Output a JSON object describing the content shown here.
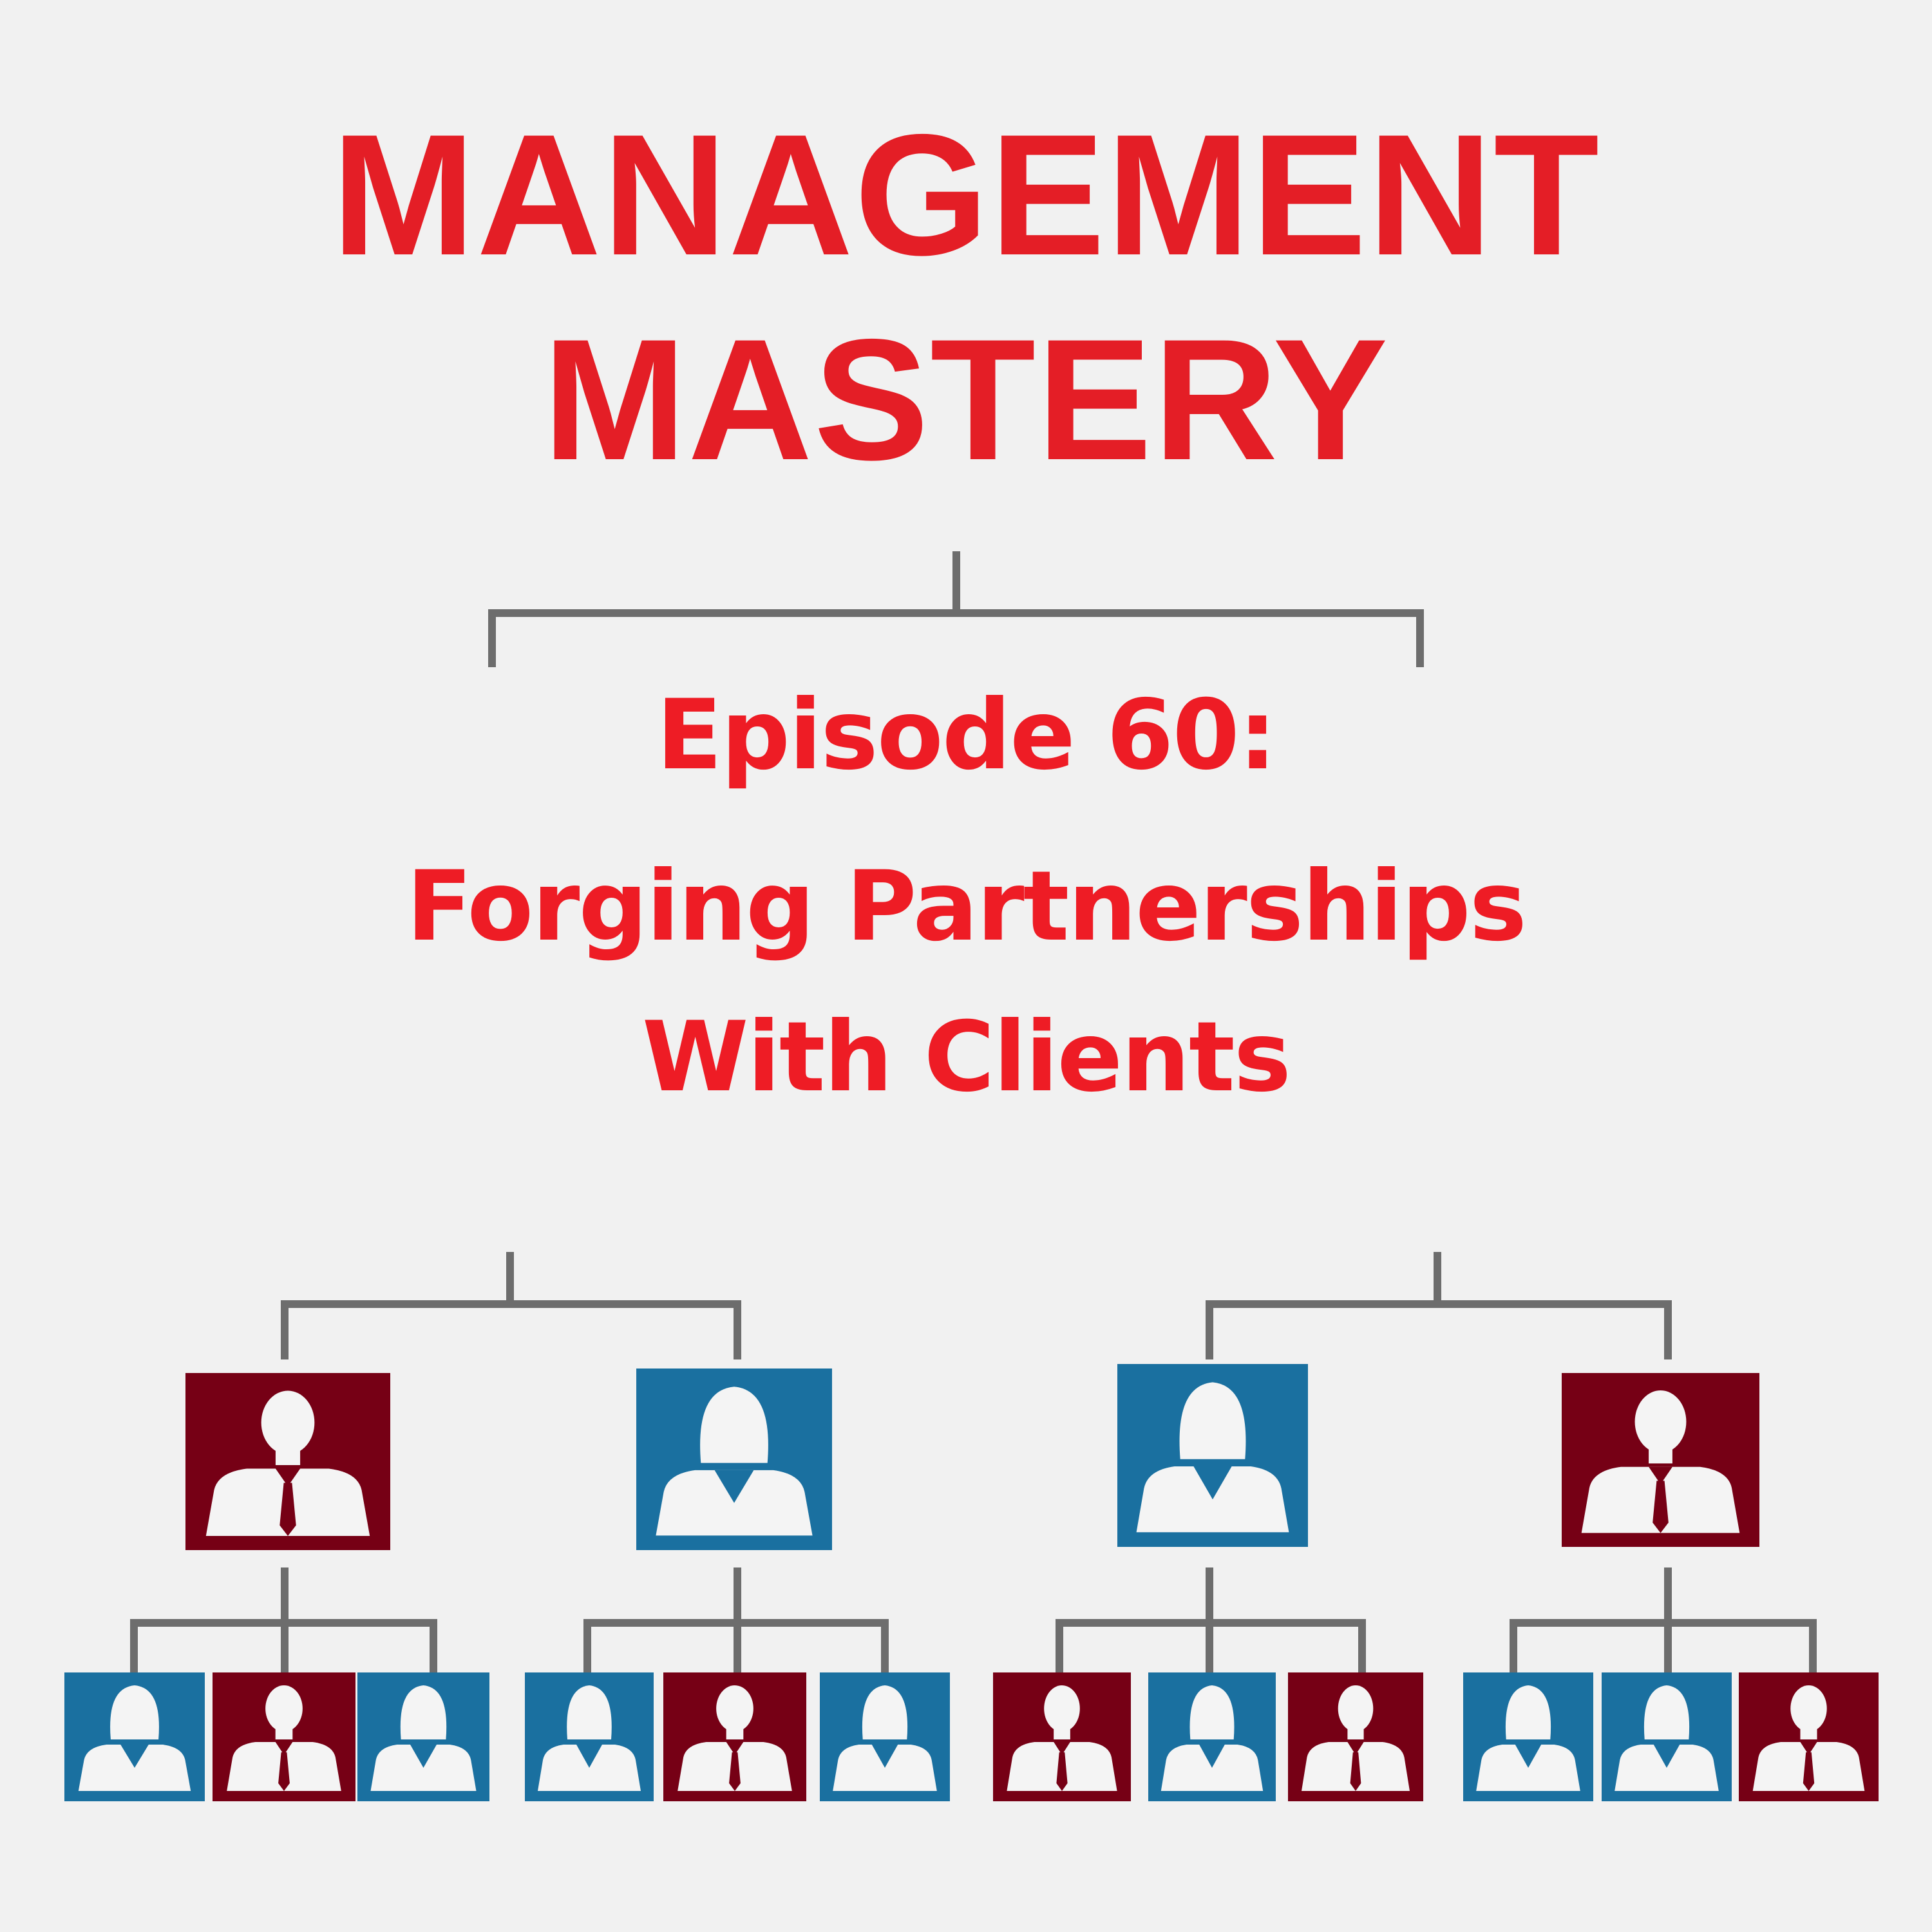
{
  "title": {
    "line1": "MANAGEMENT",
    "line2": "MASTERY"
  },
  "episode": {
    "line1": "Episode 60:",
    "line2": "Forging Partnerships",
    "line3": "With Clients"
  },
  "colors": {
    "title": "#e41e26",
    "connector": "#6d6d6d",
    "male_tile": "#760015",
    "female_tile": "#1a70a0",
    "figure": "#f4f4f4",
    "background": "#f1f1f1"
  },
  "org_chart": {
    "managers": [
      "male",
      "female",
      "female",
      "male"
    ],
    "teams": [
      [
        "female",
        "male",
        "female"
      ],
      [
        "female",
        "male",
        "female"
      ],
      [
        "male",
        "female",
        "male"
      ],
      [
        "female",
        "female",
        "male"
      ]
    ]
  }
}
